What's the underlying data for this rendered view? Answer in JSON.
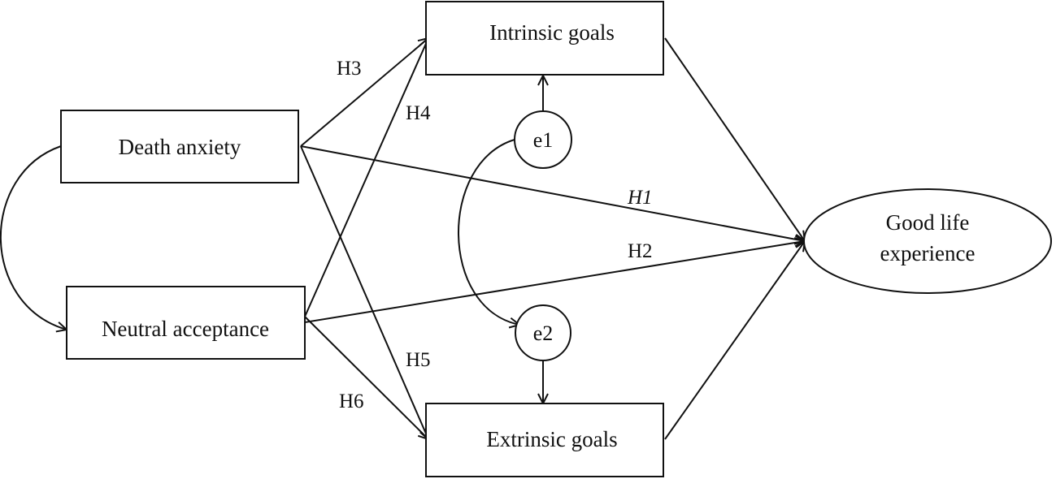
{
  "nodes": {
    "death_anxiety": "Death anxiety",
    "neutral_acceptance": "Neutral acceptance",
    "intrinsic_goals": "Intrinsic goals",
    "extrinsic_goals": "Extrinsic goals",
    "good_life_line1": "Good life",
    "good_life_line2": "experience",
    "e1": "e1",
    "e2": "e2"
  },
  "hypotheses": {
    "h1": "H1",
    "h2": "H2",
    "h3": "H3",
    "h4": "H4",
    "h5": "H5",
    "h6": "H6"
  }
}
